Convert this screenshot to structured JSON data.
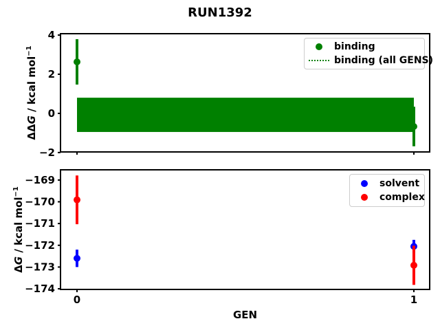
{
  "title": "RUN1392",
  "xlabel": "GEN",
  "colors": {
    "binding": "#008000",
    "solvent": "#0000ff",
    "complex": "#ff0000",
    "axis": "#000000",
    "legend_edge": "#cccccc",
    "background": "#ffffff"
  },
  "chart_data": [
    {
      "type": "scatter",
      "name": "ddg-binding-panel",
      "ylabel_prefix": "ΔΔ",
      "ylabel_var": "G",
      "ylabel_unit": " / kcal mol",
      "ylabel_sup": "−1",
      "xlim": [
        -0.049,
        1.047
      ],
      "ylim": [
        -1.97,
        4.07
      ],
      "grid": false,
      "yticks": [
        {
          "v": 4,
          "label": "4"
        },
        {
          "v": 2,
          "label": "2"
        },
        {
          "v": 0,
          "label": "0"
        },
        {
          "v": -2,
          "label": "−2"
        }
      ],
      "xticks": [
        {
          "v": 0,
          "label": ""
        },
        {
          "v": 1,
          "label": ""
        }
      ],
      "series": [
        {
          "name": "binding",
          "color": "#008000",
          "marker": "circle",
          "points": [
            {
              "x": 0,
              "y": 2.63,
              "err": 1.16
            },
            {
              "x": 1,
              "y": -0.67,
              "err": 1.01
            }
          ]
        }
      ],
      "band": {
        "label": "binding (all GENS)",
        "color": "#008000",
        "x0": 0,
        "x1": 1,
        "ylow": -0.95,
        "yhigh": 0.8,
        "center_line_style": "dotted"
      },
      "legend": [
        {
          "label": "binding",
          "glyph": "dot",
          "color": "#008000"
        },
        {
          "label": "binding (all GENS)",
          "glyph": "dotted-line",
          "color": "#008000"
        }
      ],
      "legend_position": "upper right"
    },
    {
      "type": "scatter",
      "name": "dg-panel",
      "ylabel_prefix": "Δ",
      "ylabel_var": "G",
      "ylabel_unit": " / kcal mol",
      "ylabel_sup": "−1",
      "xlim": [
        -0.049,
        1.047
      ],
      "ylim": [
        -174.03,
        -168.53
      ],
      "grid": false,
      "yticks": [
        {
          "v": -169,
          "label": "−169"
        },
        {
          "v": -170,
          "label": "−170"
        },
        {
          "v": -171,
          "label": "−171"
        },
        {
          "v": -172,
          "label": "−172"
        },
        {
          "v": -173,
          "label": "−173"
        },
        {
          "v": -174,
          "label": "−174"
        }
      ],
      "xticks": [
        {
          "v": 0,
          "label": "0"
        },
        {
          "v": 1,
          "label": "1"
        }
      ],
      "series": [
        {
          "name": "solvent",
          "color": "#0000ff",
          "marker": "circle",
          "points": [
            {
              "x": 0,
              "y": -172.6,
              "err": 0.4
            },
            {
              "x": 1,
              "y": -172.05,
              "err": 0.3
            }
          ]
        },
        {
          "name": "complex",
          "color": "#ff0000",
          "marker": "circle",
          "points": [
            {
              "x": 0,
              "y": -169.91,
              "err": 1.12
            },
            {
              "x": 1,
              "y": -172.92,
              "err": 0.9
            }
          ]
        }
      ],
      "legend": [
        {
          "label": "solvent",
          "glyph": "dot",
          "color": "#0000ff"
        },
        {
          "label": "complex",
          "glyph": "dot",
          "color": "#ff0000"
        }
      ],
      "legend_position": "upper right"
    }
  ]
}
